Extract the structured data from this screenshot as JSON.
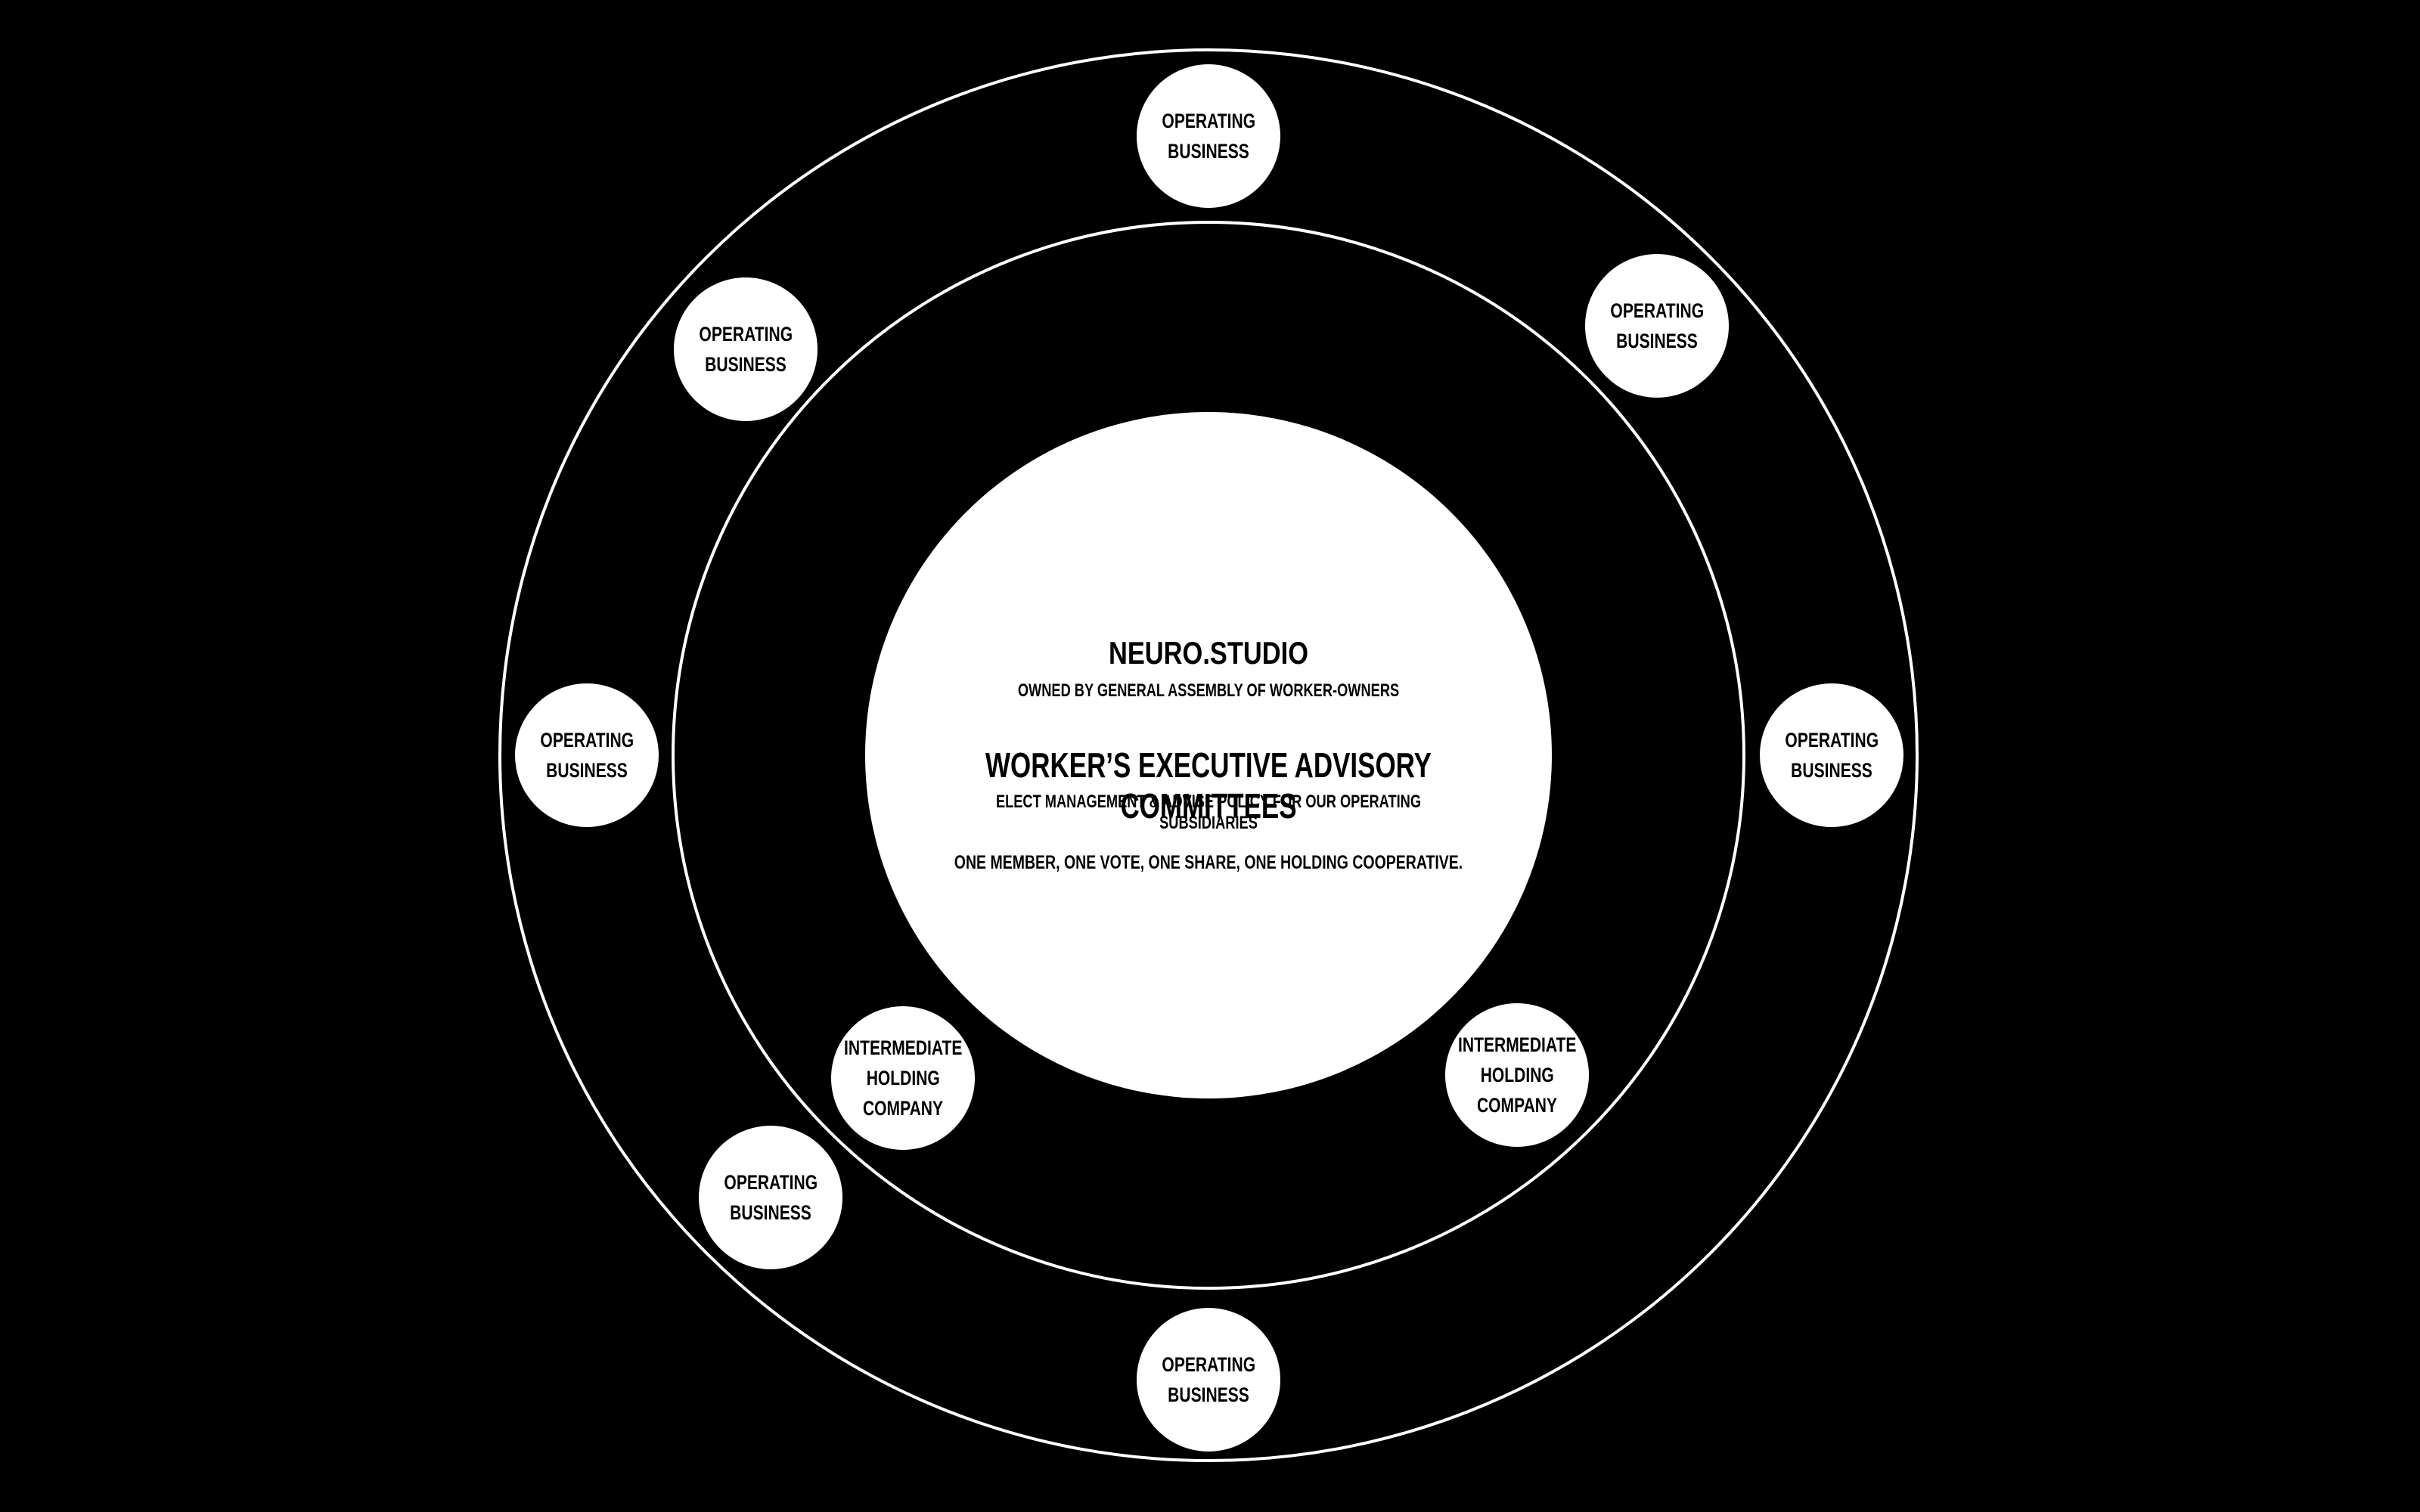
{
  "core": {
    "title": "NEURO.STUDIO",
    "owned_by": "OWNED BY GENERAL ASSEMBLY OF WORKER-OWNERS",
    "committees": "WORKER’S EXECUTIVE ADVISORY COMMITTEES",
    "committees_desc": "ELECT MANAGEMENT & ADVISE POLICY FOR OUR OPERATING SUBSIDIARIES",
    "motto": "ONE MEMBER, ONE VOTE, ONE SHARE, ONE HOLDING COOPERATIVE."
  },
  "nodes": {
    "operating_top": {
      "line1": "OPERATING",
      "line2": "BUSINESS"
    },
    "operating_upper_left": {
      "line1": "OPERATING",
      "line2": "BUSINESS"
    },
    "operating_upper_right": {
      "line1": "OPERATING",
      "line2": "BUSINESS"
    },
    "operating_left": {
      "line1": "OPERATING",
      "line2": "BUSINESS"
    },
    "operating_right": {
      "line1": "OPERATING",
      "line2": "BUSINESS"
    },
    "operating_lower_left": {
      "line1": "OPERATING",
      "line2": "BUSINESS"
    },
    "operating_bottom": {
      "line1": "OPERATING",
      "line2": "BUSINESS"
    },
    "intermediate_left": {
      "line1": "INTERMEDIATE",
      "line2": "HOLDING",
      "line3": "COMPANY"
    },
    "intermediate_right": {
      "line1": "INTERMEDIATE",
      "line2": "HOLDING",
      "line3": "COMPANY"
    }
  },
  "colors": {
    "background": "#000000",
    "foreground": "#ffffff",
    "text": "#000000"
  }
}
